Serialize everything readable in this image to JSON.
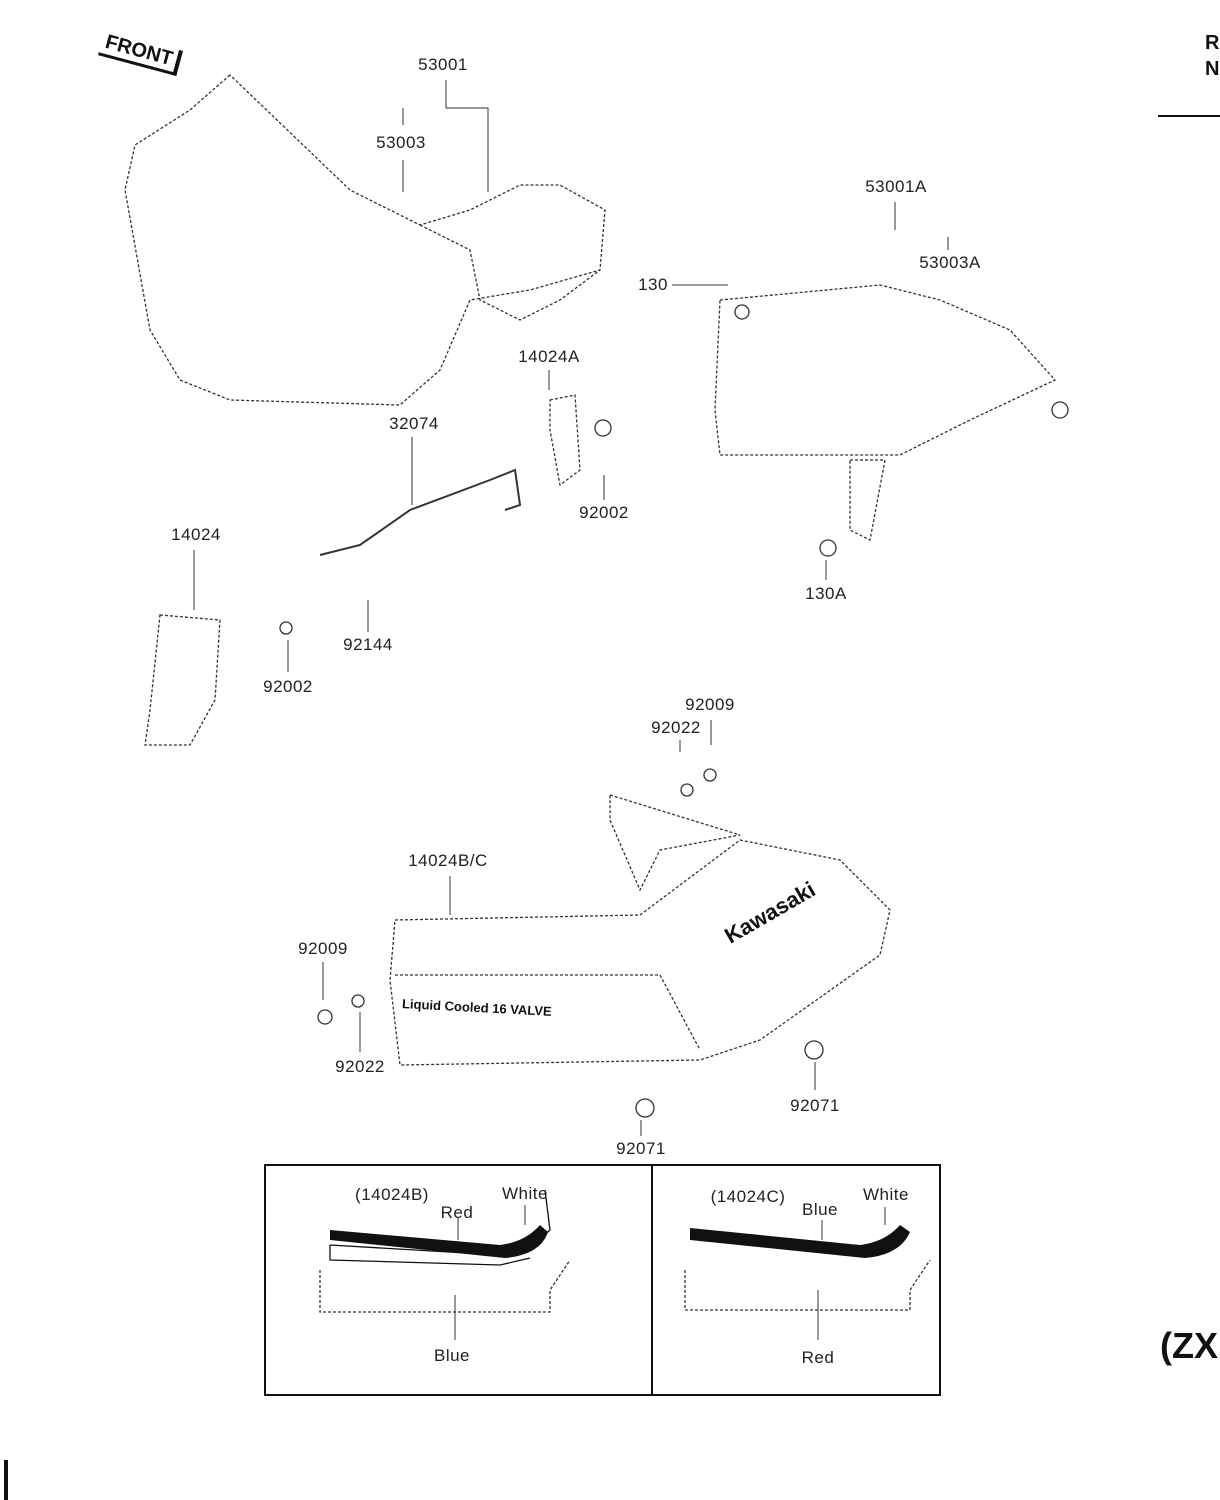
{
  "front_badge": "FRONT",
  "side_header": {
    "line1": "R",
    "line2": "N"
  },
  "side_model": "(ZX",
  "decals": {
    "kawasaki": "Kawasaki",
    "liquid_cooled": "Liquid Cooled 16 VALVE"
  },
  "callouts": [
    {
      "id": "53001",
      "text": "53001"
    },
    {
      "id": "53003",
      "text": "53003"
    },
    {
      "id": "53001A",
      "text": "53001A"
    },
    {
      "id": "53003A",
      "text": "53003A"
    },
    {
      "id": "130",
      "text": "130"
    },
    {
      "id": "14024A",
      "text": "14024A"
    },
    {
      "id": "32074",
      "text": "32074"
    },
    {
      "id": "92002a",
      "text": "92002"
    },
    {
      "id": "14024",
      "text": "14024"
    },
    {
      "id": "92144",
      "text": "92144"
    },
    {
      "id": "92002b",
      "text": "92002"
    },
    {
      "id": "130A",
      "text": "130A"
    },
    {
      "id": "92009a",
      "text": "92009"
    },
    {
      "id": "92022a",
      "text": "92022"
    },
    {
      "id": "14024BC",
      "text": "14024B/C"
    },
    {
      "id": "92009b",
      "text": "92009"
    },
    {
      "id": "92022b",
      "text": "92022"
    },
    {
      "id": "92071a",
      "text": "92071"
    },
    {
      "id": "92071b",
      "text": "92071"
    }
  ],
  "insets": [
    {
      "part": "(14024B)",
      "top_color": "Red",
      "tip_color": "White",
      "bottom_color": "Blue"
    },
    {
      "part": "(14024C)",
      "top_color": "Blue",
      "tip_color": "White",
      "bottom_color": "Red"
    }
  ]
}
